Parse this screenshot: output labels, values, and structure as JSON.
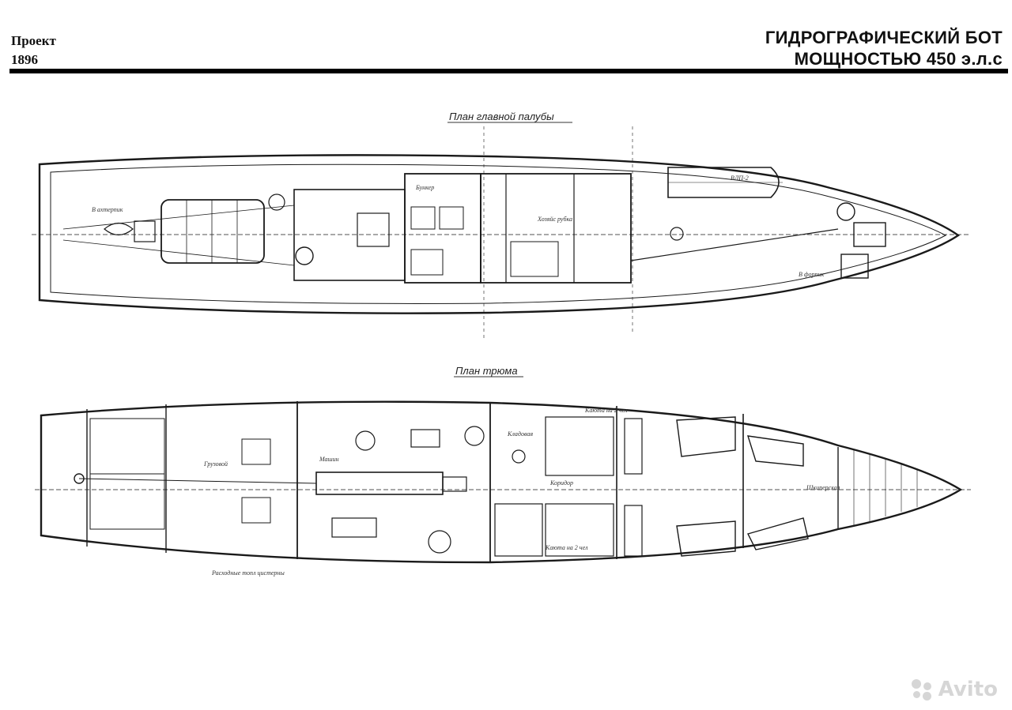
{
  "header": {
    "project_label": "Проект",
    "project_number": "1896",
    "title_line1": "ГИДРОГРАФИЧЕСКИЙ  БОТ",
    "title_line2": "МОЩНОСТЬЮ 450 э.л.с"
  },
  "deck_plan": {
    "caption": "План главной палубы",
    "labels": {
      "bunker": "Бункер",
      "wheelhouse": "Хозяйс рубка",
      "boat": "ВЛП-2",
      "afterpeak": "В ахтерпик",
      "forepeak": "В форпик"
    }
  },
  "hold_plan": {
    "caption": "План трюма",
    "labels": {
      "cargo": "Грузовой",
      "engine_room": "Машин",
      "cabin_2a": "Каюта на 2 чел",
      "cabin_2b": "Каюта на 2 чел",
      "corridor": "Коридор",
      "store": "Кладовая",
      "forward_store": "Шкиперская",
      "fuel": "Расходные топл цистерны"
    }
  },
  "watermark": {
    "text": "Avito"
  }
}
